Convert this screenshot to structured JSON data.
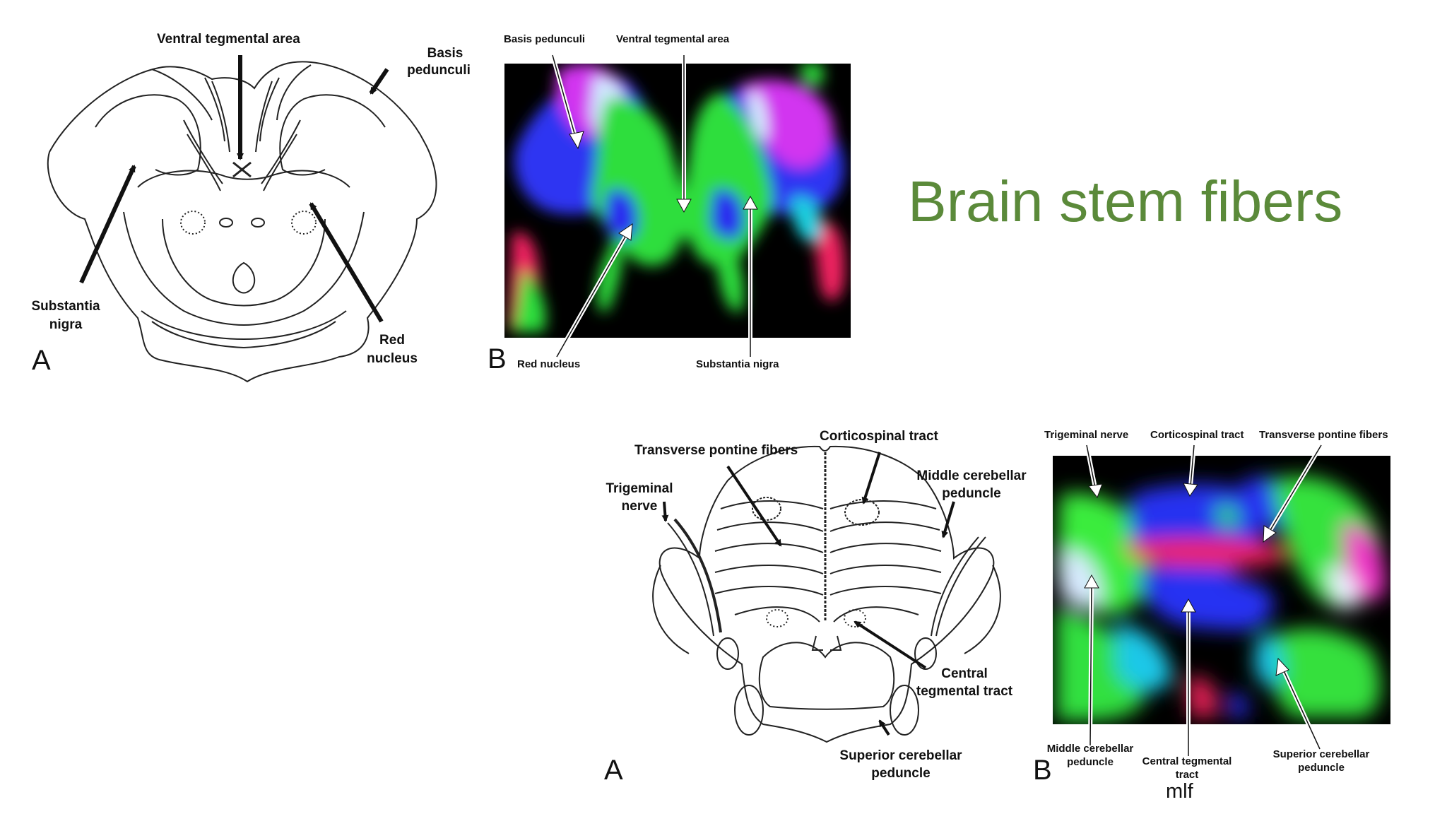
{
  "title": "Brain stem fibers",
  "figure1": {
    "panel_a": {
      "letter": "A",
      "labels": {
        "ventral_tegmental_area": "Ventral tegmental area",
        "basis_pedunculi_1": "Basis",
        "basis_pedunculi_2": "pedunculi",
        "substantia_nigra_1": "Substantia",
        "substantia_nigra_2": "nigra",
        "red_nucleus_1": "Red",
        "red_nucleus_2": "nucleus"
      }
    },
    "panel_b": {
      "letter": "B",
      "labels": {
        "basis_pedunculi": "Basis pedunculi",
        "ventral_tegmental_area": "Ventral tegmental area",
        "red_nucleus": "Red nucleus",
        "substantia_nigra": "Substantia nigra"
      }
    }
  },
  "figure2": {
    "panel_a": {
      "letter": "A",
      "labels": {
        "transverse_pontine_fibers": "Transverse pontine fibers",
        "corticospinal_tract": "Corticospinal tract",
        "trigeminal_nerve_1": "Trigeminal",
        "trigeminal_nerve_2": "nerve",
        "middle_cerebellar_peduncle_1": "Middle cerebellar",
        "middle_cerebellar_peduncle_2": "peduncle",
        "central_tegmental_tract_1": "Central",
        "central_tegmental_tract_2": "tegmental tract",
        "superior_cerebellar_peduncle_1": "Superior cerebellar",
        "superior_cerebellar_peduncle_2": "peduncle"
      }
    },
    "panel_b": {
      "letter": "B",
      "labels": {
        "trigeminal_nerve": "Trigeminal nerve",
        "corticospinal_tract": "Corticospinal tract",
        "transverse_pontine_fibers": "Transverse pontine fibers",
        "middle_cerebellar_peduncle_1": "Middle cerebellar",
        "middle_cerebellar_peduncle_2": "peduncle",
        "central_tegmental_tract_1": "Central tegmental",
        "central_tegmental_tract_2": "tract",
        "superior_cerebellar_peduncle_1": "Superior cerebellar",
        "superior_cerebellar_peduncle_2": "peduncle"
      },
      "handwritten": "mlf"
    }
  },
  "colors": {
    "title": "#5b8a3a",
    "dti_green": "#22e03a",
    "dti_blue": "#1f2cf0",
    "dti_red": "#f0205a",
    "dti_magenta": "#d42cf0"
  }
}
